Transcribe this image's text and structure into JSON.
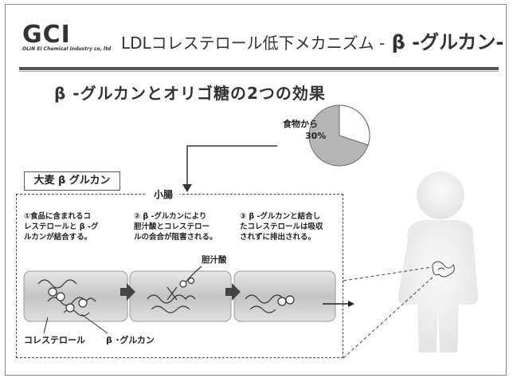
{
  "header": {
    "logo": "GCI",
    "company": "OLIN EI Chemical Industry co, ltd",
    "title_prefix": "LDLコレステロール低下メカニズム -",
    "title_beta": " β -グルカン-"
  },
  "subtitle": "β -グルカンとオリゴ糖の2つの効果",
  "food": {
    "label": "食物から",
    "percent": "30%",
    "share": 0.3
  },
  "oat_label": "大麦 β グルカン",
  "intestine_label": "小腸",
  "steps": [
    {
      "line1": "①食品に含まれるコ",
      "line2": "レステロールと β -グ",
      "line3": "ルカンが結合する。"
    },
    {
      "line1": "② β -グルカンにより",
      "line2": "胆汁酸とコレステロー",
      "line3": "ルの会合が阻害される。"
    },
    {
      "line1": "③ β -グルカンと結合し",
      "line2": "たコレステロールは吸収",
      "line3": "されずに排出される。"
    }
  ],
  "labels": {
    "bile_acid": "胆汁酸",
    "cholesterol": "コレステロール",
    "beta_glucan": "β ･グルカン"
  },
  "colors": {
    "pie_fill": "#b5b5b5",
    "panel_fill": "#cfcfcf",
    "body_fill": "#f2f2f2"
  }
}
